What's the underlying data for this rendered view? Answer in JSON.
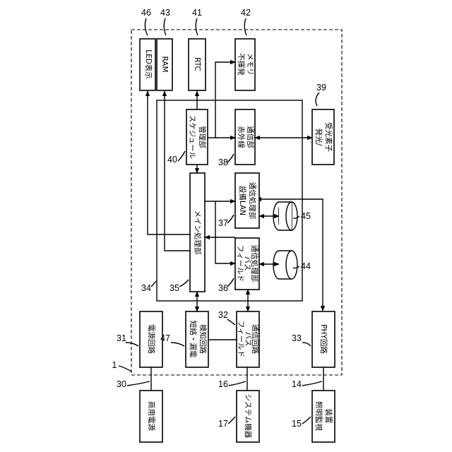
{
  "blocks": {
    "led_display": "LED表示",
    "ram": "RAM",
    "rtc": "RTC",
    "nonvolatile_memory": [
      "不揮発",
      "メモリ"
    ],
    "schedule_manager": [
      "スケジュール",
      "管理部"
    ],
    "infrared_comm": [
      "赤外線",
      "通信部"
    ],
    "light_element": [
      "発光/",
      "受光素子"
    ],
    "main_processor": "メイン処理部",
    "lan_processor": [
      "設備LAN",
      "通信処理部"
    ],
    "fieldbus_processor": [
      "フィールド",
      "バス",
      "通信処理部"
    ],
    "power_circuit": "電源回路",
    "short_leak_detector": [
      "短絡・漏電",
      "検知回路"
    ],
    "fieldbus_comm_circuit": [
      "フィールド",
      "バス",
      "通信回路"
    ],
    "phy_circuit": "PHY回路",
    "commercial_power": "商用電源",
    "system_equipment": "システム機器",
    "lighting_monitor": [
      "照明監視",
      "装置"
    ]
  },
  "refs": {
    "led_display": "46",
    "ram": "43",
    "rtc": "41",
    "nonvolatile_memory": "42",
    "light_element": "39",
    "schedule_manager": "40",
    "infrared_comm": "38",
    "lan_db": "45",
    "fieldbus_db": "44",
    "lan_processor": "37",
    "main_processor": "35",
    "inner_frame": "34",
    "fieldbus_processor": "36",
    "power_circuit": "31",
    "short_leak_detector": "47",
    "fieldbus_comm_circuit": "32",
    "phy_circuit": "33",
    "outer_frame": "1",
    "commercial_power": "30",
    "system_line": "16",
    "lighting_line": "14",
    "system_equipment": "17",
    "lighting_monitor": "15"
  }
}
